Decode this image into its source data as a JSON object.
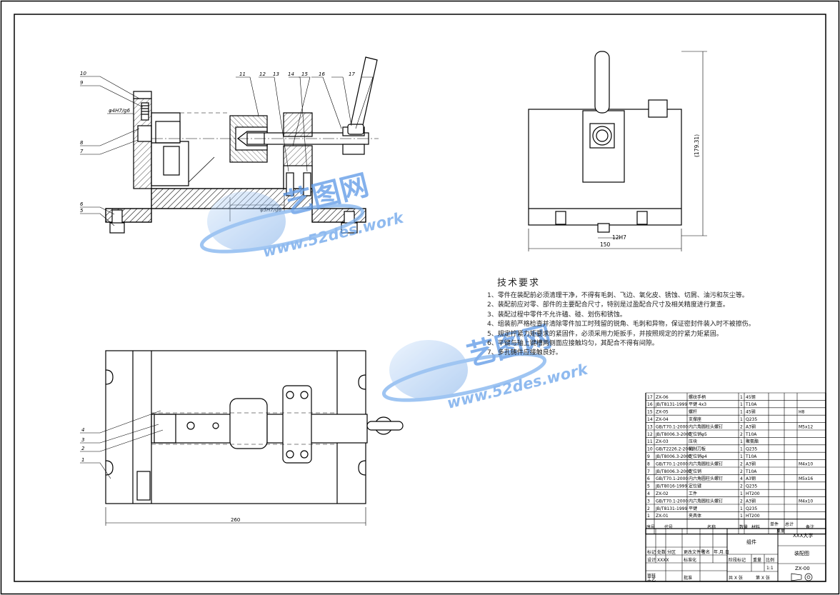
{
  "watermark": {
    "brand": "艺图网",
    "url": "www.52des.work"
  },
  "drawing": {
    "callouts_front": [
      "10",
      "9",
      "8",
      "7",
      "6",
      "5",
      "11",
      "12",
      "13",
      "14",
      "15",
      "16",
      "17"
    ],
    "callouts_top": [
      "4",
      "3",
      "2",
      "1"
    ],
    "dim_front_fit1": "φ4H7/g6",
    "dim_front_fit2": "φ5H7/g6",
    "dim_side_height": "(179.31)",
    "dim_side_key": "12H7",
    "dim_side_width": "150",
    "dim_top_width": "260"
  },
  "tech_requirements": {
    "title": "技术要求",
    "items": [
      "1、零件在装配前必须清理干净，不得有毛刺、飞边、氧化皮、锈蚀、切屑、油污和灰尘等。",
      "2、装配前应对零、部件的主要配合尺寸，特别是过盈配合尺寸及相关精度进行复查。",
      "3、装配过程中零件不允许磕、碰、划伤和锈蚀。",
      "4、组装前严格检查并清除零件加工时残留的锐角、毛刺和异物，保证密封件装入时不被擦伤。",
      "5、规定拧紧力矩要求的紧固件，必须采用力矩扳手，并按照规定的拧紧力矩紧固。",
      "6、平键与轴上键槽两侧面应接触均匀，其配合不得有间隙。",
      "7、多孔铸件应接触良好。"
    ]
  },
  "bom": {
    "rows": [
      {
        "no": "17",
        "code": "ZX-06",
        "name": "螺纹手柄",
        "qty": "1",
        "material": "45钢",
        "note": ""
      },
      {
        "no": "16",
        "code": "JB/T8131-1999",
        "name": "平键 4x3",
        "qty": "1",
        "material": "T10A",
        "note": ""
      },
      {
        "no": "15",
        "code": "ZX-05",
        "name": "螺杆",
        "qty": "1",
        "material": "45钢",
        "note": "H8"
      },
      {
        "no": "14",
        "code": "ZX-04",
        "name": "支撑座",
        "qty": "1",
        "material": "Q235",
        "note": ""
      },
      {
        "no": "13",
        "code": "GB/T70.1-2000",
        "name": "内六角圆柱头螺钉",
        "qty": "2",
        "material": "A3钢",
        "note": "M5x12"
      },
      {
        "no": "12",
        "code": "JB/T8006.3-2000",
        "name": "定位销φ5",
        "qty": "2",
        "material": "T10A",
        "note": ""
      },
      {
        "no": "11",
        "code": "ZX-03",
        "name": "压块",
        "qty": "1",
        "material": "聚氨酯",
        "note": ""
      },
      {
        "no": "10",
        "code": "GB/T2226.2-2001",
        "name": "钢制刀板",
        "qty": "1",
        "material": "Q235",
        "note": ""
      },
      {
        "no": "9",
        "code": "JB/T8006.3-2000",
        "name": "定位销φ4",
        "qty": "1",
        "material": "T10A",
        "note": ""
      },
      {
        "no": "8",
        "code": "GB/T70.1-2000",
        "name": "内六角圆柱头螺钉",
        "qty": "2",
        "material": "A3钢",
        "note": "M4x10"
      },
      {
        "no": "7",
        "code": "JB/T8006.3-2000",
        "name": "定位销",
        "qty": "2",
        "material": "T10A",
        "note": ""
      },
      {
        "no": "6",
        "code": "GB/T70.1-2000",
        "name": "内六角圆柱头螺钉",
        "qty": "4",
        "material": "A3钢",
        "note": "M5x16"
      },
      {
        "no": "5",
        "code": "JB/T8016-1999",
        "name": "定位键",
        "qty": "2",
        "material": "Q235",
        "note": ""
      },
      {
        "no": "4",
        "code": "ZX-02",
        "name": "工件",
        "qty": "1",
        "material": "HT200",
        "note": ""
      },
      {
        "no": "3",
        "code": "GB/T70.1-2000",
        "name": "内六角圆柱头螺钉",
        "qty": "2",
        "material": "A3钢",
        "note": "M4x10"
      },
      {
        "no": "2",
        "code": "JB/T8131-1999",
        "name": "平键",
        "qty": "1",
        "material": "Q235",
        "note": ""
      },
      {
        "no": "1",
        "code": "ZX-01",
        "name": "夹具体",
        "qty": "1",
        "material": "HT200",
        "note": ""
      }
    ],
    "header": {
      "no": "序号",
      "code": "代号",
      "name": "名称",
      "qty": "数量",
      "material": "材料",
      "unit_weight": "单件",
      "total_weight": "总计",
      "weight": "重量",
      "note": "备注"
    }
  },
  "title_block": {
    "company": "XXX大学",
    "group": "组件",
    "drawing_name": "装配图",
    "drawing_no": "ZX-00",
    "designer": "XXXX",
    "scale": "1:1",
    "labels": {
      "marks": "标记",
      "count": "处数",
      "zone": "分区",
      "change_doc": "更改文件号",
      "signature": "签名",
      "date": "年.月.日",
      "design": "设计",
      "standardize": "标准化",
      "review": "审核",
      "process": "工艺",
      "approve": "批准",
      "stage_mark": "阶段标记",
      "weight": "重量",
      "ratio": "比例",
      "sheet_total": "共 X 张",
      "sheet_no": "第 X 张"
    }
  }
}
